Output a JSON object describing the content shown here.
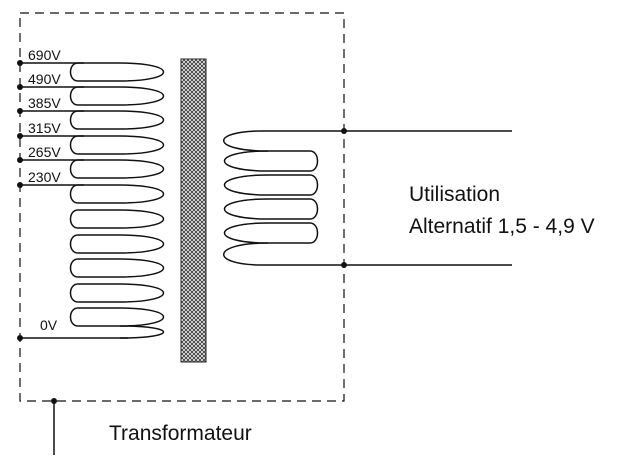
{
  "primary": {
    "taps": [
      "690V",
      "490V",
      "385V",
      "315V",
      "265V",
      "230V"
    ],
    "zero_label": "0V"
  },
  "secondary": {
    "label_line1": "Utilisation",
    "label_line2": "Alternatif 1,5 - 4,9 V"
  },
  "component_label": "Transformateur",
  "colors": {
    "line": "#111111",
    "core_fill": "#9a9a9a"
  }
}
